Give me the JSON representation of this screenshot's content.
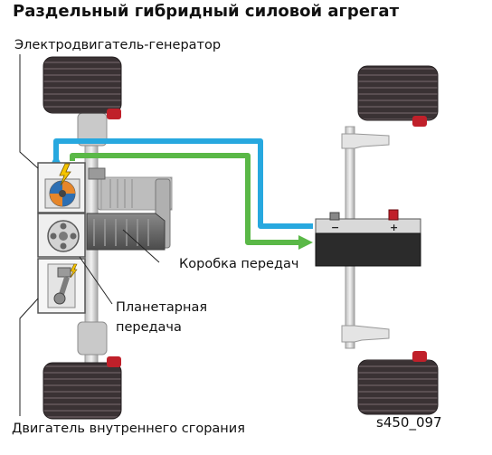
{
  "title": "Раздельный гибридный силовой агрегат",
  "labels": {
    "motor_generator": "Электродвигатель-генератор",
    "gearbox": "Коробка передач",
    "planetary_line1": "Планетарная",
    "planetary_line2": "передача",
    "ice": "Двигатель внутреннего сгорания"
  },
  "figure_code": "s450_097",
  "colors": {
    "blue_line": "#27a8df",
    "green_line": "#5ab847",
    "tire": "#3a3234",
    "metal": "#d6d6d6",
    "housing": "#6e6e6e",
    "hub_red": "#c0202a",
    "battery_top": "#d9d9d9",
    "battery_body": "#2b2b2b",
    "leader": "#222222"
  }
}
